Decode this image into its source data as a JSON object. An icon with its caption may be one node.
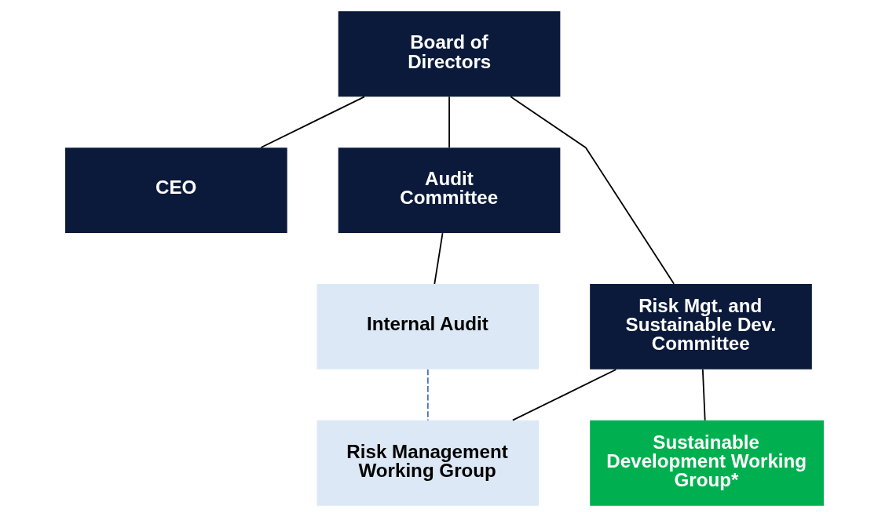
{
  "diagram": {
    "nodes": [
      {
        "text": [
          "Board of Directors"
        ]
      },
      {
        "text": [
          "CEO"
        ]
      },
      {
        "text": [
          "Audit Committee"
        ]
      },
      {
        "text": [
          "Risk Mgt. and Sustainable Dev. Committee"
        ]
      },
      {
        "text": [
          "Internal Audit"
        ]
      },
      {
        "text": [
          "Risk Management Working Group"
        ]
      },
      {
        "text": [
          "Sustainable Development Working Group*"
        ]
      }
    ],
    "edges": [
      {
        "from": 0,
        "to": 1,
        "arrow": "none"
      },
      {
        "from": 0,
        "to": 2,
        "arrow": "none"
      },
      {
        "from": 0,
        "to": 3,
        "arrow": "none"
      },
      {
        "from": 2,
        "to": 4,
        "arrow": "none"
      },
      {
        "from": 3,
        "to": 5,
        "arrow": "none"
      },
      {
        "from": 3,
        "to": 6,
        "arrow": "none"
      },
      {
        "from": 4,
        "to": 5,
        "arrow": "none",
        "style": "dashed",
        "color": "#4472c4"
      }
    ]
  }
}
